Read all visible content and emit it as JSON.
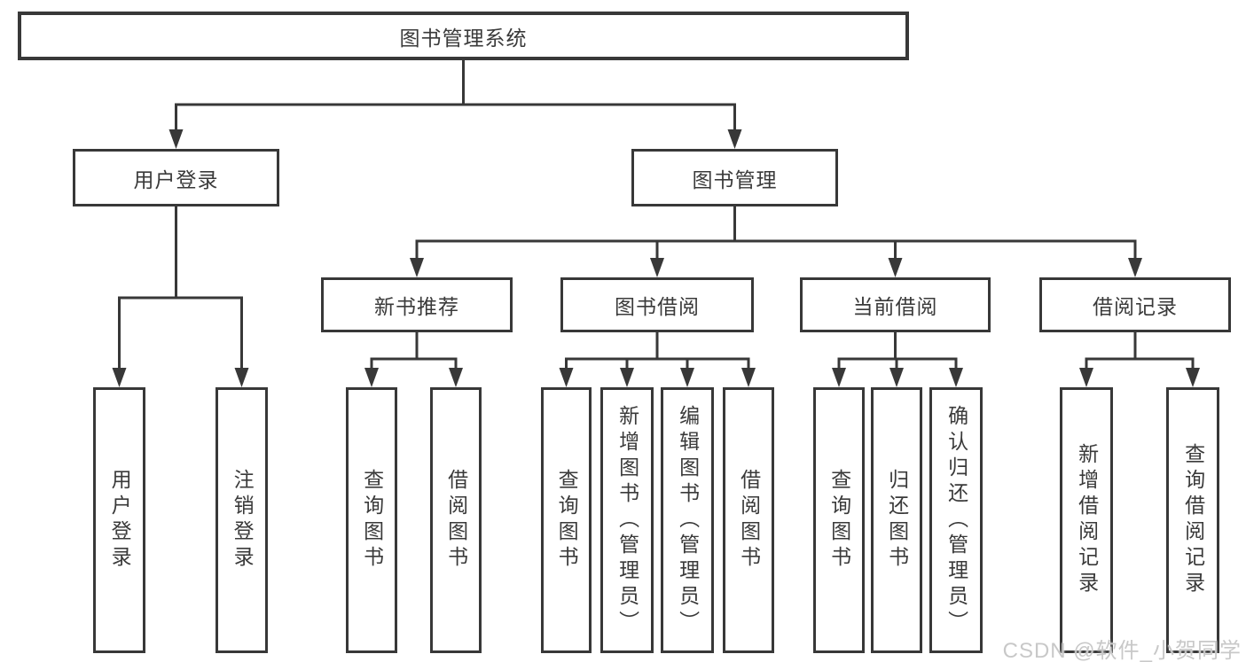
{
  "diagram": {
    "root": {
      "label": "图书管理系统"
    },
    "branches": [
      {
        "label": "用户登录",
        "children": [
          {
            "label": "用户登录"
          },
          {
            "label": "注销登录"
          }
        ]
      },
      {
        "label": "图书管理",
        "children": [
          {
            "label": "新书推荐",
            "children": [
              {
                "label": "查询图书"
              },
              {
                "label": "借阅图书"
              }
            ]
          },
          {
            "label": "图书借阅",
            "children": [
              {
                "label": "查询图书"
              },
              {
                "label": "新增图书（管理员）"
              },
              {
                "label": "编辑图书（管理员）"
              },
              {
                "label": "借阅图书"
              }
            ]
          },
          {
            "label": "当前借阅",
            "children": [
              {
                "label": "查询图书"
              },
              {
                "label": "归还图书"
              },
              {
                "label": "确认归还（管理员）"
              }
            ]
          },
          {
            "label": "借阅记录",
            "children": [
              {
                "label": "新增借阅记录"
              },
              {
                "label": "查询借阅记录"
              }
            ]
          }
        ]
      }
    ]
  },
  "watermark": {
    "text": "CSDN @软件_小贺同学"
  },
  "colors": {
    "line": "#383838",
    "text": "#3a3a3a",
    "watermark": "#c8c8c8",
    "background": "#ffffff"
  }
}
